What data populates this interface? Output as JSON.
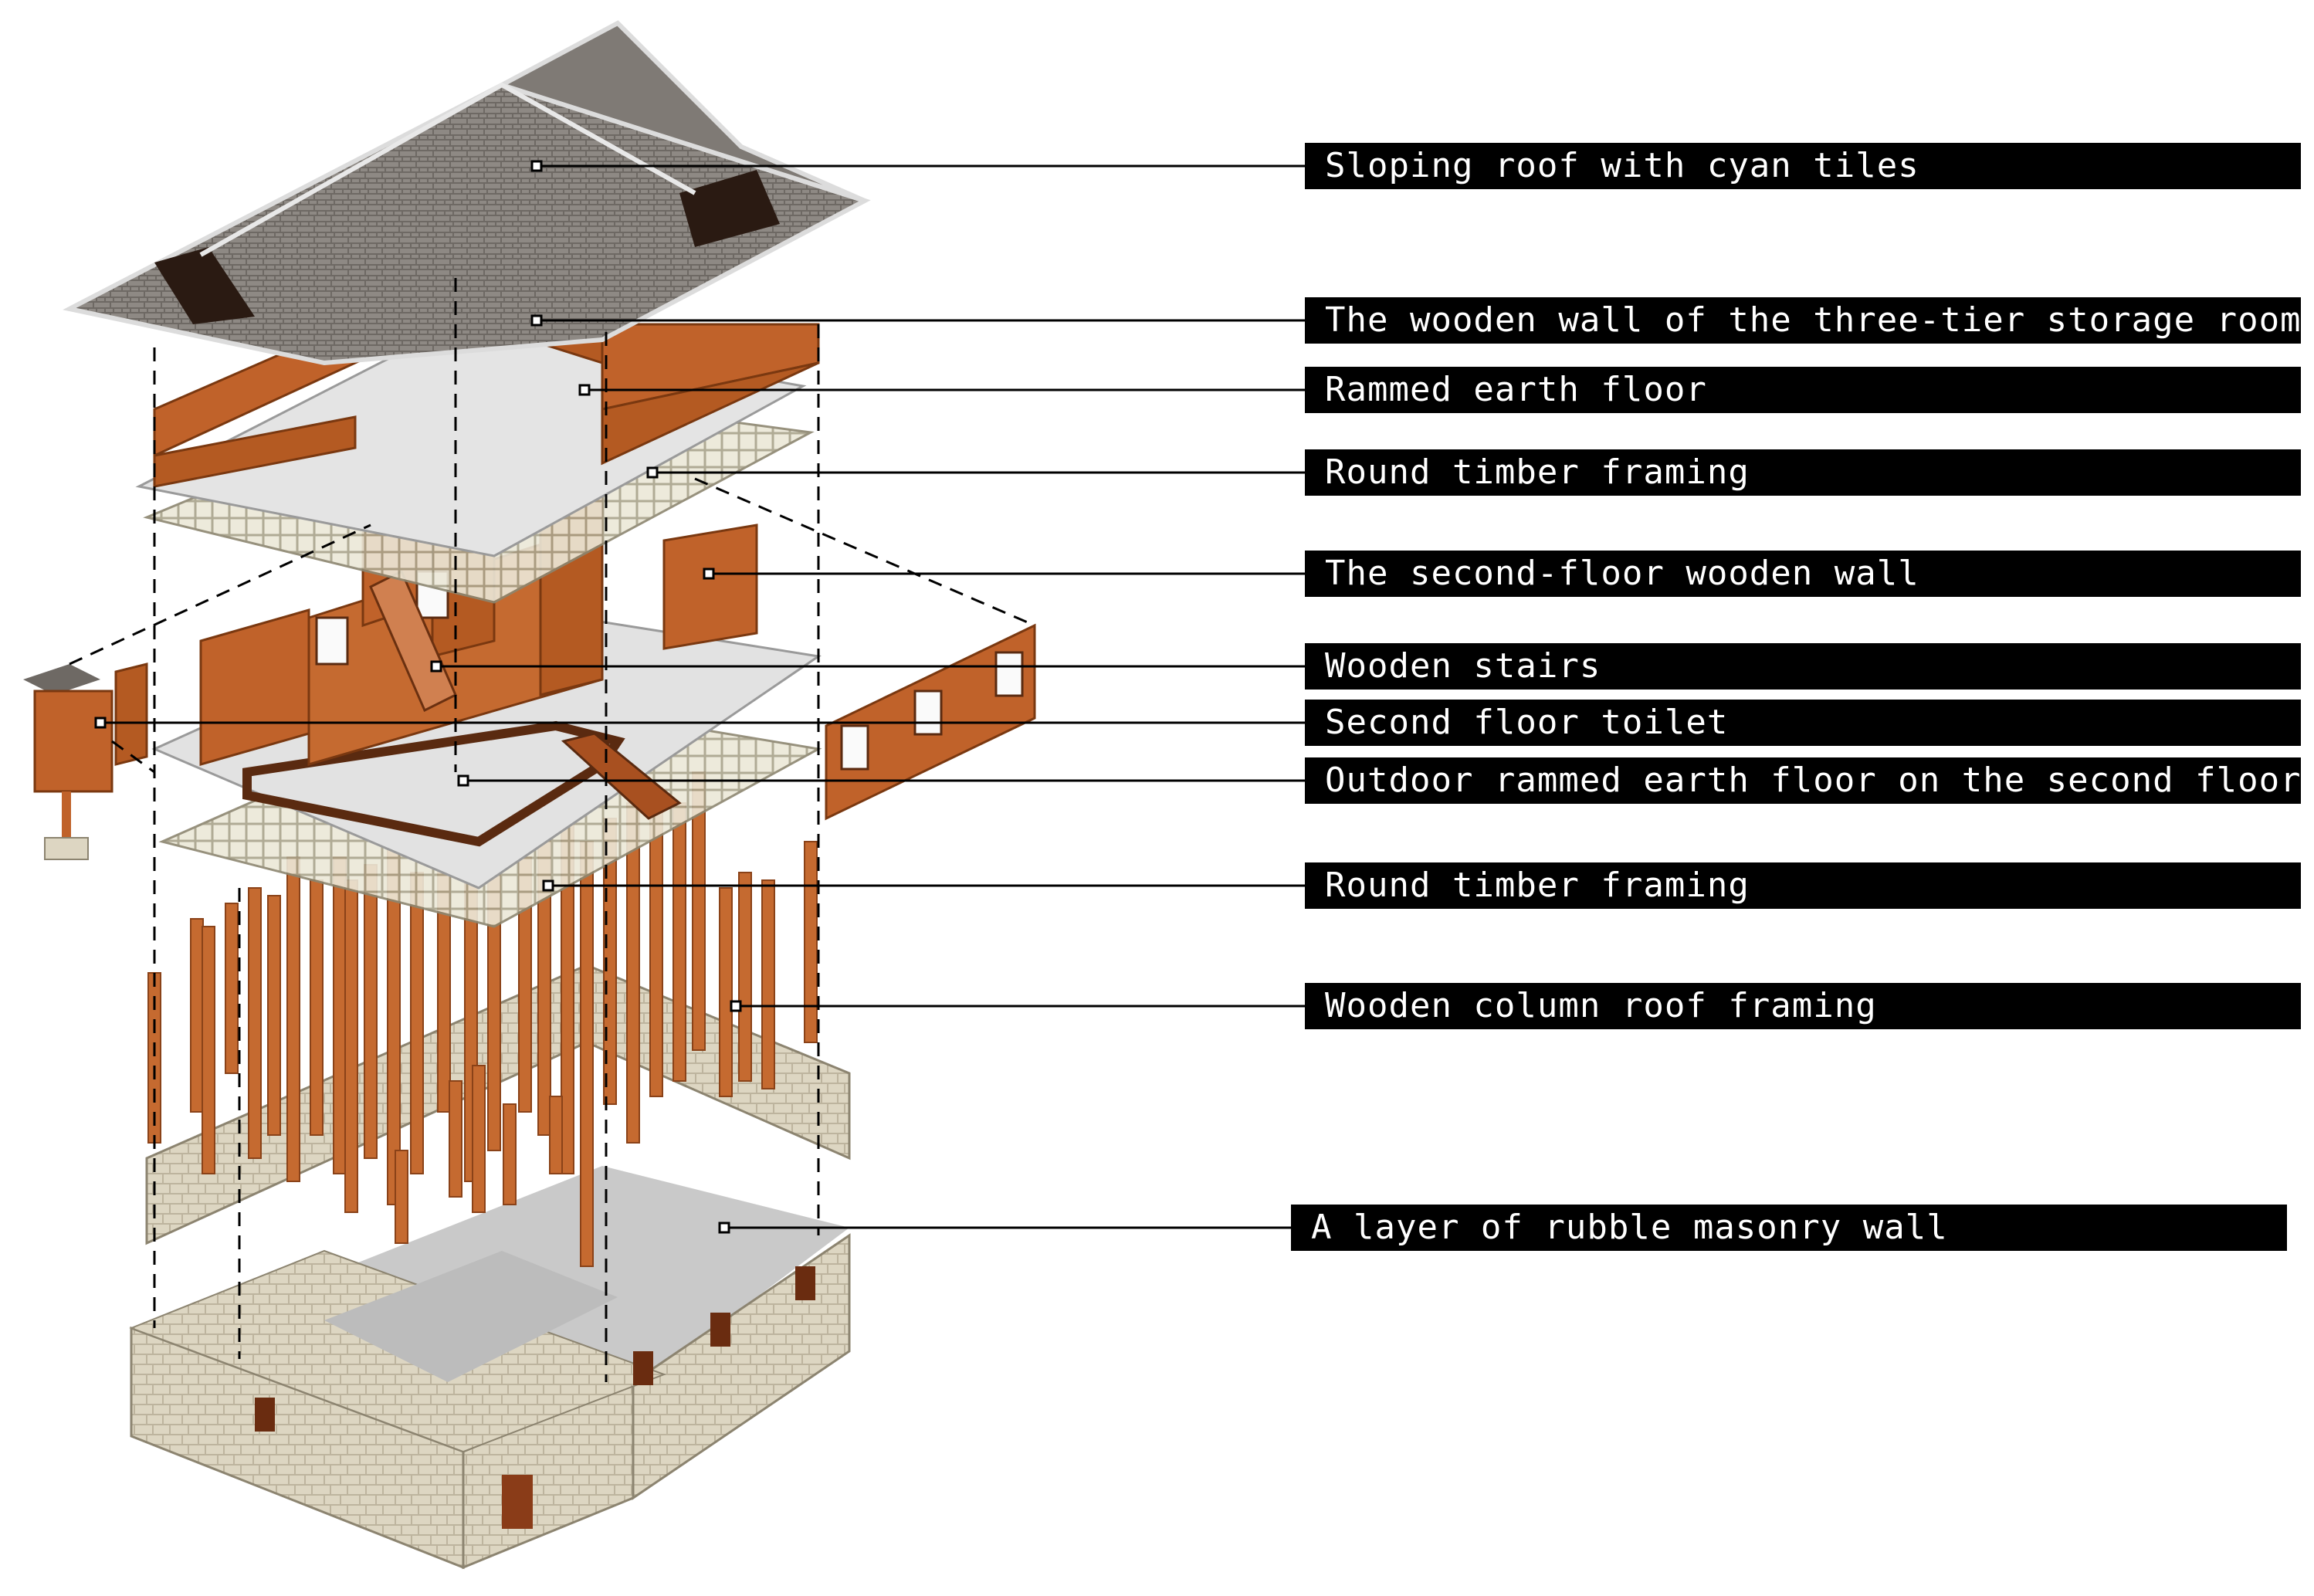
{
  "labels": [
    {
      "text": "Sloping roof with cyan tiles"
    },
    {
      "text": "The wooden wall of the three-tier storage room"
    },
    {
      "text": "Rammed earth floor"
    },
    {
      "text": "Round timber framing"
    },
    {
      "text": "The second-floor wooden wall"
    },
    {
      "text": "Wooden stairs"
    },
    {
      "text": "Second floor toilet"
    },
    {
      "text": "Outdoor rammed earth floor on the second floor"
    },
    {
      "text": "Round timber framing"
    },
    {
      "text": "Wooden column roof framing"
    },
    {
      "text": "A layer of rubble masonry wall"
    }
  ],
  "colors": {
    "roof": "#8a8580",
    "wood": "#c0622a",
    "wood_dark": "#8a4218",
    "stone": "#ddd6c2",
    "floor": "#e4e4e4",
    "label_bg": "#000000",
    "label_text": "#ffffff"
  }
}
